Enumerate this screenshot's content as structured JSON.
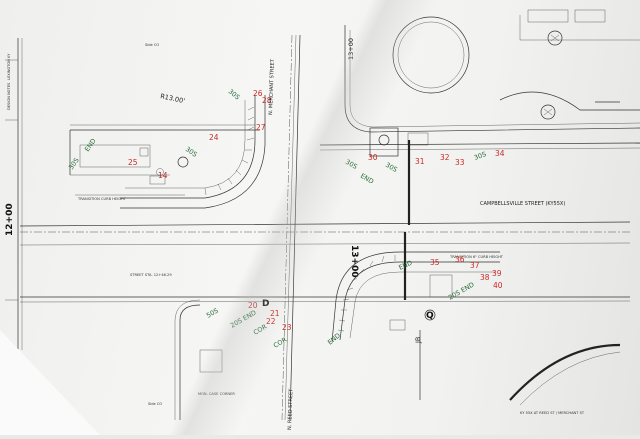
{
  "sheet": {
    "streets": {
      "campbellsville": "CAMPBELLSVILLE STREET (KY55X)",
      "merchant": "N. MERCHANT STREET",
      "reed": "N. REED STREET"
    },
    "stations": {
      "sta_12": "12+00",
      "sta_13_right": "13+00",
      "sta_13_top": "13+00"
    },
    "radius_label": "R13.00'",
    "markers": {
      "jb": "JB",
      "d": "D",
      "q": "Q"
    },
    "ramp_labels": {
      "tl_top": "30S",
      "tl_mid": "30S",
      "tl_left": "30S",
      "mid_right": "30S",
      "mid_left": "30S",
      "br_end": "20S END",
      "br_mid": "30S",
      "bl_low": "20S END",
      "bl_mid": "50S",
      "end_left": "END",
      "end_mid": "END",
      "end_right": "END",
      "cor_left": "COR",
      "cor_right": "COR"
    },
    "red_numbers": {
      "r1": "26",
      "r2": "28",
      "r3": "27",
      "r4": "24",
      "r5": "25",
      "r6": "30",
      "r7": "31",
      "r8": "32",
      "r9": "33",
      "r10": "34",
      "r11": "35",
      "r12": "36",
      "r13": "37",
      "r14": "38",
      "r15": "39",
      "r16": "40",
      "r17": "20",
      "r18": "21",
      "r19": "22",
      "r20": "23",
      "r21": "14"
    },
    "small_notes": {
      "side_top": "Side CO",
      "side_bottom": "Side CO",
      "curb_height_left": "TRANSITION CURB HEIGHT",
      "curb_height_right": "TRANSITION 6\" CURB HEIGHT",
      "corner_note": "KY 55X AT REED ST / MERCHANT ST",
      "bottom_left_note": "MON. CASE CORNER",
      "street_sta": "STREET STA. 12+46.29"
    }
  }
}
